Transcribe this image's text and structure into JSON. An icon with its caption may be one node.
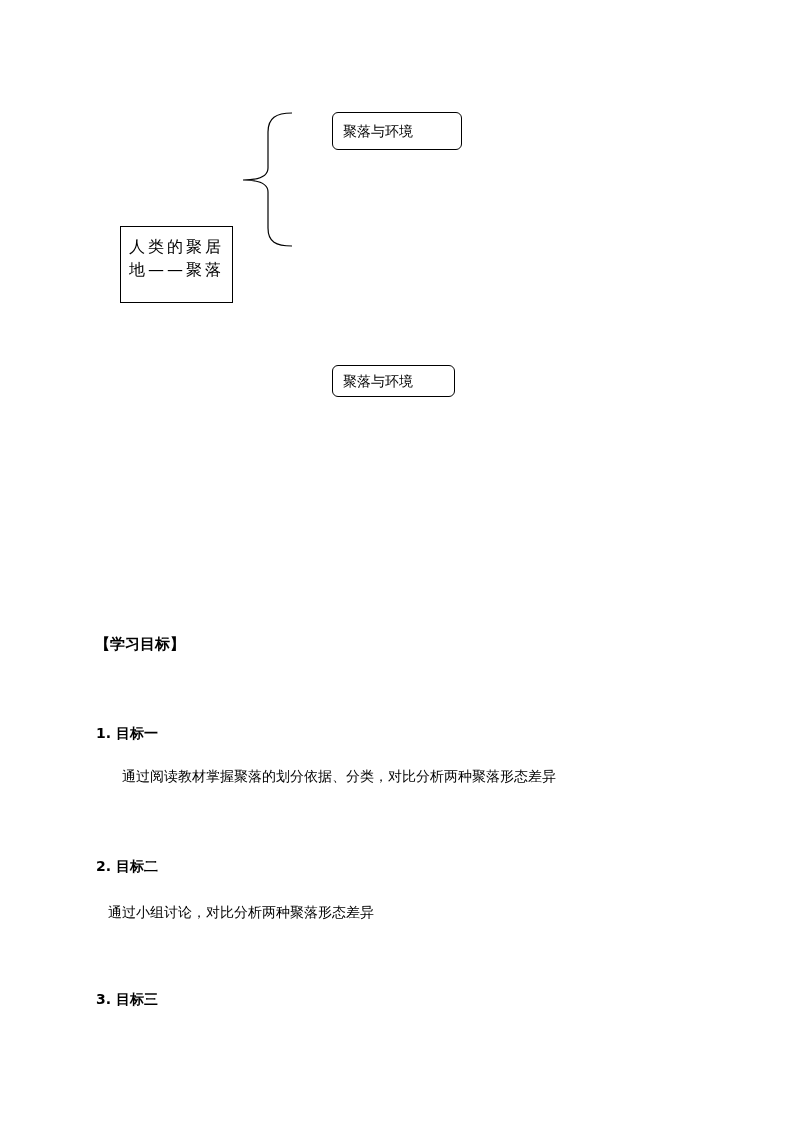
{
  "diagram": {
    "nodes": [
      {
        "text": [
          "人类的聚居地——聚落"
        ]
      },
      {
        "text": [
          "聚落与环境"
        ]
      },
      {
        "text": [
          "聚落与环境"
        ]
      }
    ],
    "labels": [
      "【学习目标】",
      "1. 目标一",
      "通过阅读教材掌握聚落的划分依据、分类，对比分析两种聚落形态差异",
      "2. 目标二",
      "通过小组讨论，对比分析两种聚落形态差异",
      "3. 目标三"
    ]
  }
}
